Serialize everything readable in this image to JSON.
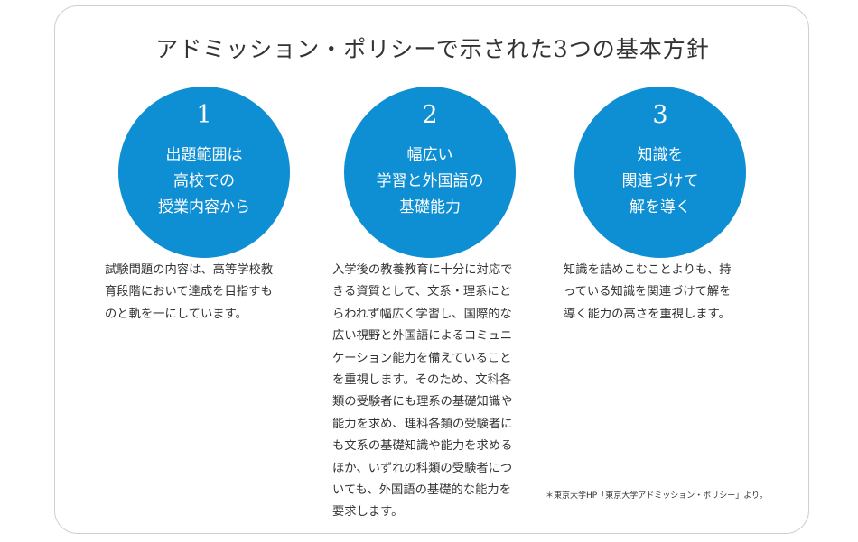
{
  "title": "アドミッション・ポリシーで示された3つの基本方針",
  "colors": {
    "circle": "#0f8fd3",
    "text": "#333333",
    "border": "#cfcfcf"
  },
  "policies": [
    {
      "number": "1",
      "heading_lines": [
        "出題範囲は",
        "高校での",
        "授業内容から"
      ],
      "description_lines": [
        "試験問題の内容は、高等学校教",
        "育段階において達成を目指すも",
        "のと軌を一にしています。"
      ]
    },
    {
      "number": "2",
      "heading_lines": [
        "幅広い",
        "学習と外国語の",
        "基礎能力"
      ],
      "description_lines": [
        "入学後の教養教育に十分に対応で",
        "きる資質として、文系・理系にと",
        "らわれず幅広く学習し、国際的な",
        "広い視野と外国語によるコミュニ",
        "ケーション能力を備えていること",
        "を重視します。そのため、文科各",
        "類の受験者にも理系の基礎知識や",
        "能力を求め、理科各類の受験者に",
        "も文系の基礎知識や能力を求める",
        "ほか、いずれの科類の受験者につ",
        "いても、外国語の基礎的な能力を",
        "要求します。"
      ]
    },
    {
      "number": "3",
      "heading_lines": [
        "知識を",
        "関連づけて",
        "解を導く"
      ],
      "description_lines": [
        "知識を詰めこむことよりも、持",
        "っている知識を関連づけて解を",
        "導く能力の高さを重視します。"
      ]
    }
  ],
  "source": "＊東京大学HP「東京大学アドミッション・ポリシー」より。"
}
